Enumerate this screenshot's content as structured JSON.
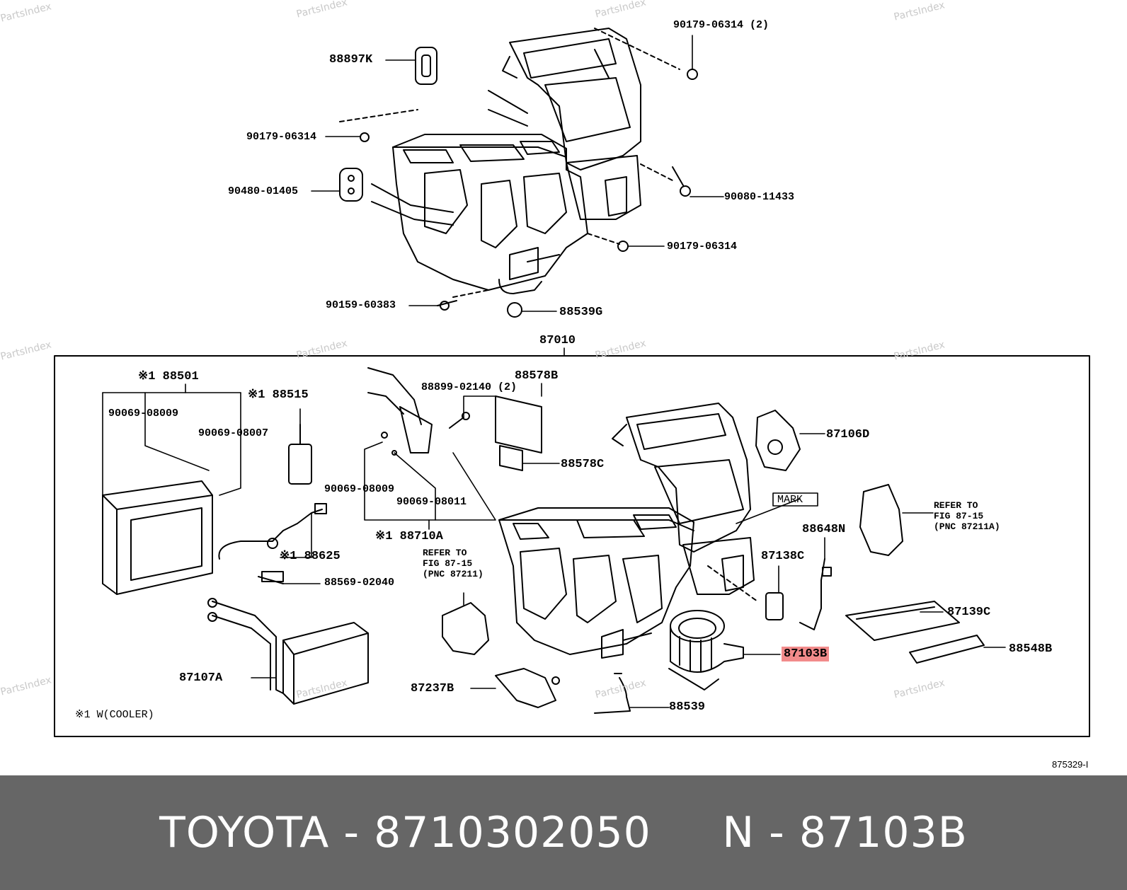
{
  "watermarks": [
    "PartsIndex",
    "PartsIndex",
    "PartsIndex",
    "PartsIndex",
    "PartsIndex",
    "PartsIndex",
    "PartsIndex",
    "PartsIndex",
    "PartsIndex",
    "PartsIndex",
    "PartsIndex",
    "PartsIndex"
  ],
  "labels": {
    "p88897K": "88897K",
    "p90179_06314_2": "90179-06314 (2)",
    "p90179_06314_a": "90179-06314",
    "p90480_01405": "90480-01405",
    "p90080_11433": "90080-11433",
    "p90179_06314_b": "90179-06314",
    "p90159_60383": "90159-60383",
    "p88539G": "88539G",
    "p87010": "87010",
    "p88501": "※1 88501",
    "p90069_08009_a": "90069-08009",
    "p88515": "※1 88515",
    "p90069_08007": "90069-08007",
    "p88899_02140": "88899-02140 (2)",
    "p88578B": "88578B",
    "p87106D": "87106D",
    "p88578C": "88578C",
    "p90069_08009_b": "90069-08009",
    "p90069_08011": "90069-08011",
    "p88710A": "※1 88710A",
    "mark": "MARK",
    "refer1": "REFER TO\nFIG 87-15\n(PNC 87211A)",
    "p88648N": "88648N",
    "p88625": "※1 88625",
    "refer2": "REFER TO\nFIG 87-15\n(PNC 87211)",
    "p87138C": "87138C",
    "p88569_02040": "88569-02040",
    "p87139C": "87139C",
    "p87103B": "87103B",
    "p88548B": "88548B",
    "p87107A": "87107A",
    "p87237B": "87237B",
    "p88539": "88539",
    "footnote": "※1 W(COOLER)"
  },
  "ref_code": "875329-I",
  "footer": {
    "brand": "TOYOTA",
    "part_number": "8710302050",
    "pnc": "N - 87103B",
    "full": "TOYOTA - 8710302050     N - 87103B"
  },
  "colors": {
    "highlight": "#f28b8b",
    "footer_bg": "#666666",
    "footer_text": "#ffffff",
    "watermark": "#c9c9c9"
  }
}
